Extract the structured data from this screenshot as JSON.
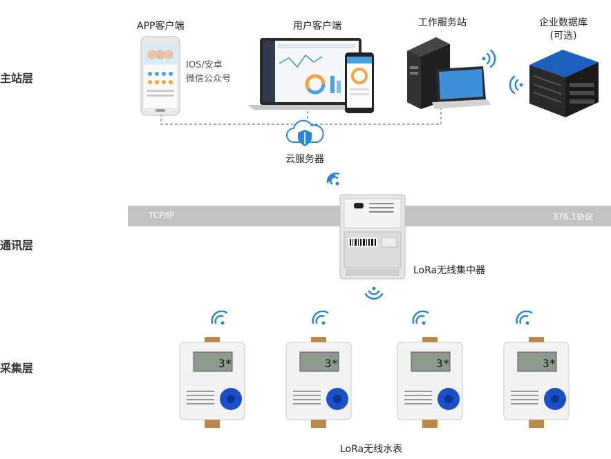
{
  "layers": {
    "master": "主站层",
    "comm": "通讯层",
    "collect": "采集层"
  },
  "nodes": {
    "app_client": "APP客户端",
    "app_platforms": [
      "IOS/安卓",
      "微信公众号"
    ],
    "user_client": "用户客户端",
    "workstation": "工作服务站",
    "enterprise_db": [
      "企业数据库",
      "(可选)"
    ],
    "cloud_server": "云服务器",
    "concentrator": "LoRa无线集中器",
    "water_meters": "LoRa无线水表"
  },
  "band": {
    "left_text": "TCP/IP",
    "right_text": "376.1协议"
  },
  "colors": {
    "wifi": "#2a86d6",
    "cloud": "#2a86d6",
    "band": "#c3c3c3",
    "meter_dial": "#1a4fc8"
  },
  "meter_count": 4
}
